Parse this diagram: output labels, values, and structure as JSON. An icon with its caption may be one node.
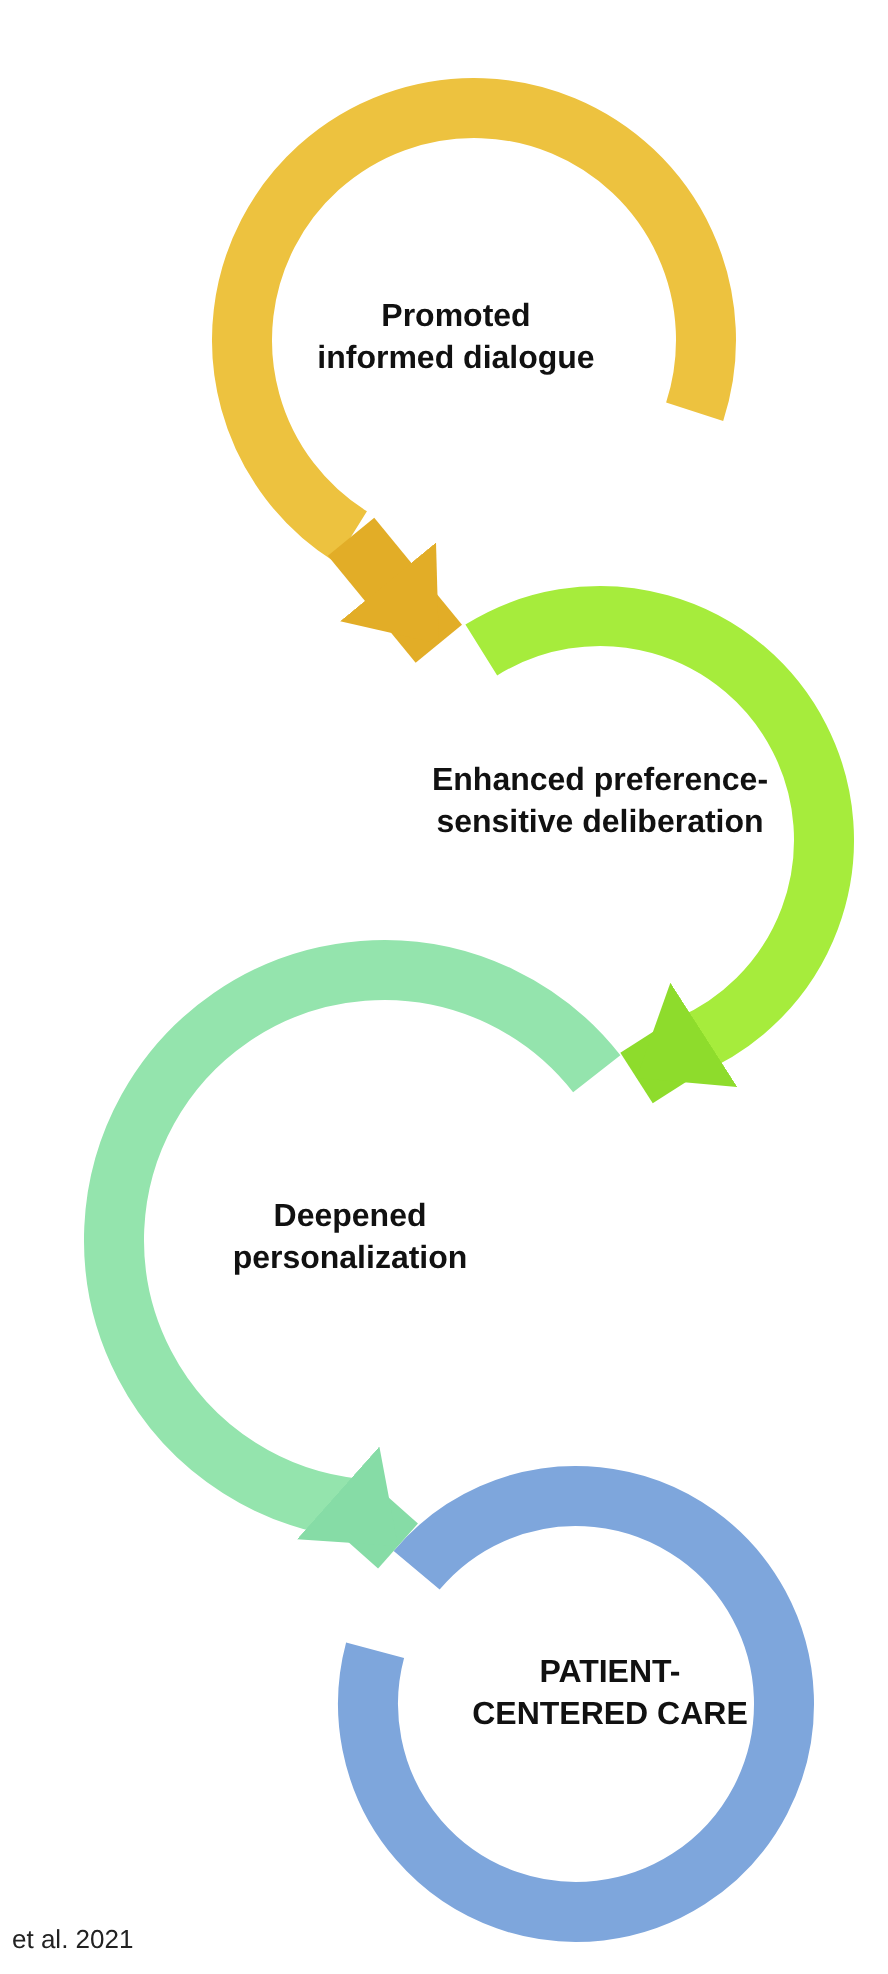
{
  "diagram": {
    "nodes": [
      {
        "text": [
          "Promoted informed dialogue"
        ]
      },
      {
        "text": [
          "Enhanced preference-sensitive deliberation"
        ]
      },
      {
        "text": [
          "Deepened personalization"
        ]
      },
      {
        "text": [
          "PATIENT-CENTERED CARE"
        ]
      }
    ],
    "edges": [
      {
        "from": 0,
        "to": 1,
        "arrow": "to",
        "color": "#e2ad27"
      },
      {
        "from": 1,
        "to": 2,
        "arrow": "to",
        "color": "#8edc2c"
      },
      {
        "from": 2,
        "to": 3,
        "arrow": "to",
        "color": "#86dca6"
      }
    ],
    "labels": [
      "et al. 2021"
    ]
  }
}
